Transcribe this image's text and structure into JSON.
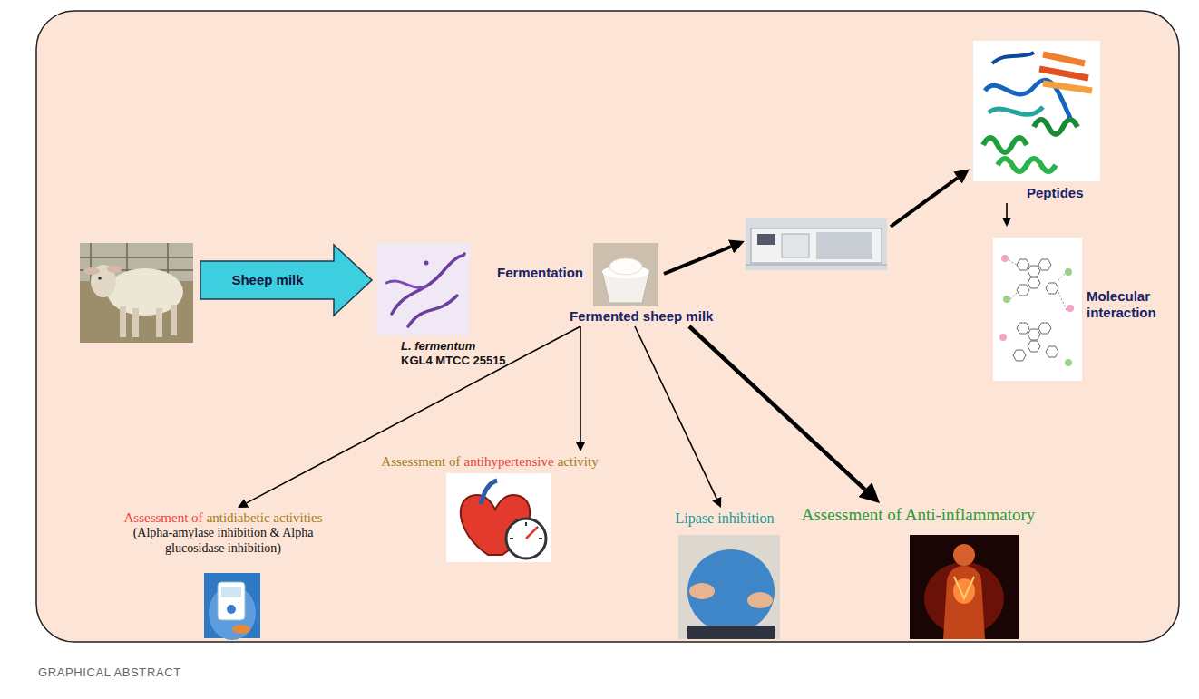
{
  "diagram": {
    "caption": "GRAPHICAL ABSTRACT",
    "nodes": [
      {
        "text": [
          "Sheep milk"
        ]
      },
      {
        "text": [
          "L. fermentum",
          "KGL4 MTCC 25515"
        ]
      },
      {
        "text": [
          "Fermented sheep milk"
        ]
      },
      {
        "text": [
          "Peptides"
        ]
      },
      {
        "text": [
          "Molecular interaction"
        ]
      },
      {
        "text": [
          "Assessment of",
          "antidiabetic activities",
          "(Alpha-amylase inhibition & Alpha glucosidase inhibition)"
        ]
      },
      {
        "text": [
          "Assessment of",
          "antihypertensive",
          "activity"
        ]
      },
      {
        "text": [
          "Lipase inhibition"
        ]
      },
      {
        "text": [
          "Assessment of Anti-inflammatory"
        ]
      }
    ],
    "edges": [
      {
        "from": 3,
        "to": 4,
        "arrow": "to"
      },
      {
        "from": 2,
        "to": 5,
        "arrow": "to"
      },
      {
        "from": 2,
        "to": 6,
        "arrow": "to"
      },
      {
        "from": 2,
        "to": 7,
        "arrow": "to"
      },
      {
        "from": 2,
        "to": 8,
        "arrow": "to"
      }
    ],
    "labels": [
      "Fermentation"
    ]
  }
}
